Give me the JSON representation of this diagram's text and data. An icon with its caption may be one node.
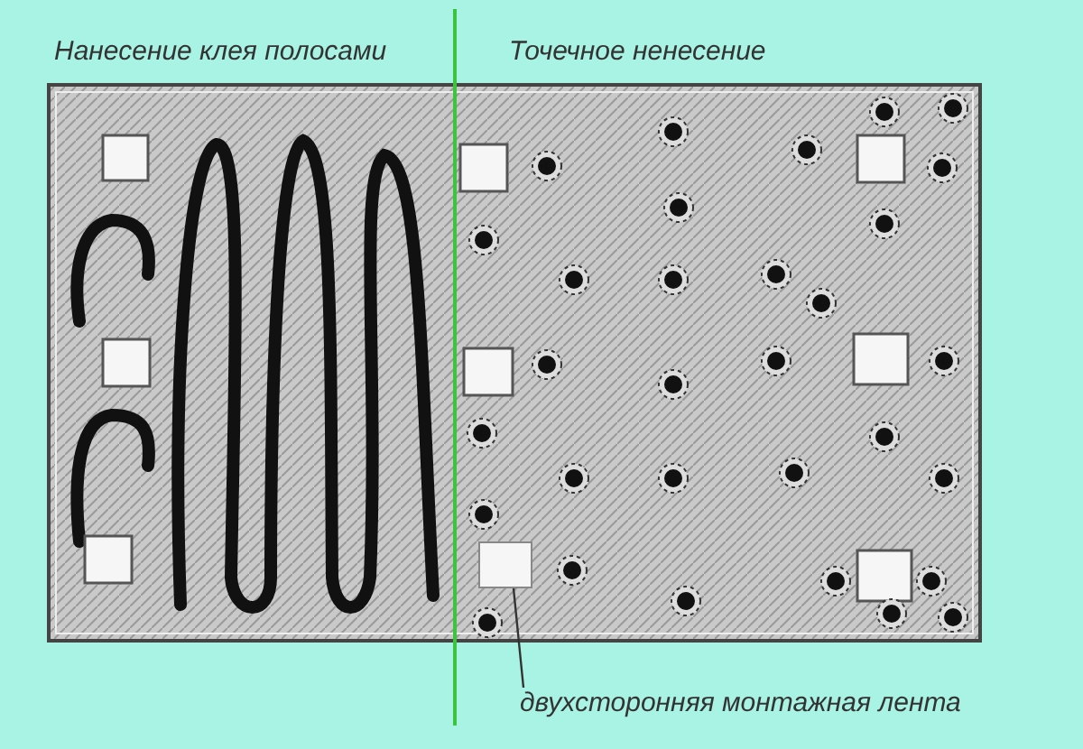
{
  "diagram": {
    "nodes": [
      {
        "text": [
          "двухсторонняя монтажная лента"
        ]
      },
      {
        "text": [],
        "shape": "box"
      }
    ],
    "edges": [
      {
        "from": 0,
        "to": 1,
        "arrow": "none"
      }
    ],
    "labels": [
      "Нанесение клея полосами",
      "Точечное ненесение"
    ]
  }
}
